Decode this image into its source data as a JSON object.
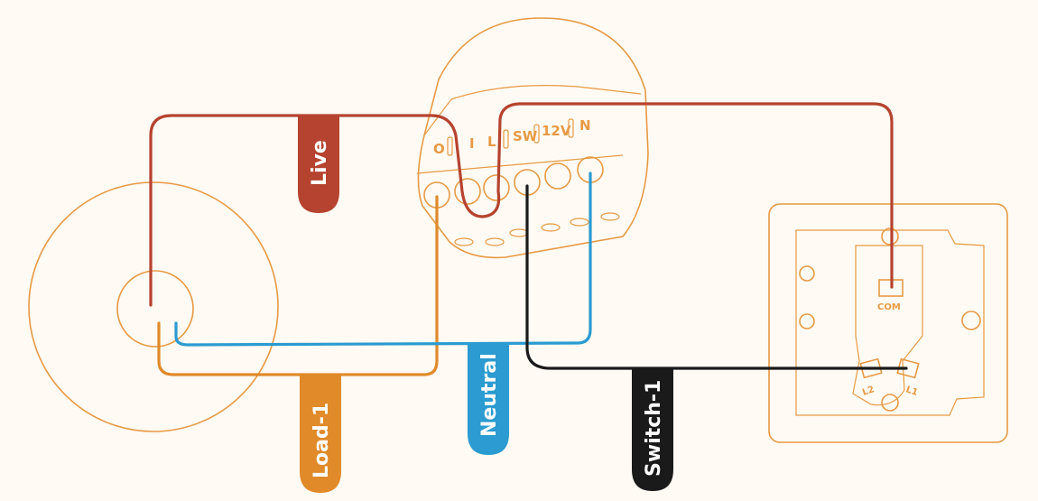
{
  "module": {
    "terminal_labels": [
      "O",
      "I",
      "L",
      "SW",
      "12V",
      "N"
    ]
  },
  "switch_plate": {
    "com_label": "COM",
    "l1_label": "L1",
    "l2_label": "L2"
  },
  "wires": [
    {
      "label": "Live",
      "color": "#b5432f"
    },
    {
      "label": "Load-1",
      "color": "#e08a2a"
    },
    {
      "label": "Neutral",
      "color": "#2b9bd1"
    },
    {
      "label": "Switch-1",
      "color": "#1a1a1a"
    }
  ]
}
